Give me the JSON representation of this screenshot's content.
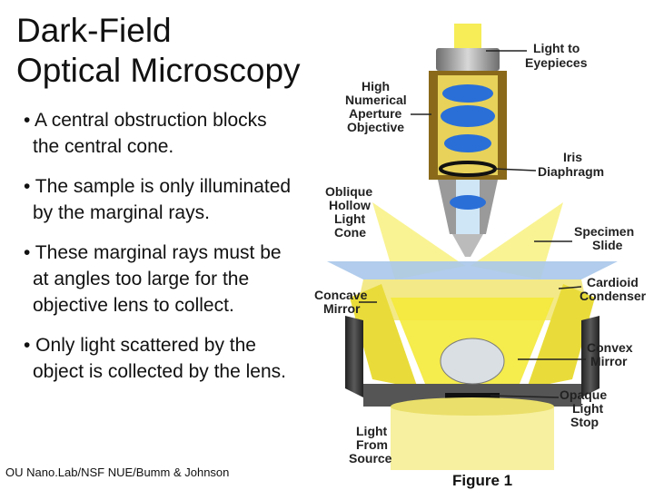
{
  "title": "Dark-Field\nOptical Microscopy",
  "bullets": [
    "• A central obstruction blocks the central cone.",
    "• The sample is only illuminated by the marginal rays.",
    "• These marginal rays must be at angles too large for the objective lens to collect.",
    "• Only light scattered by the object is collected by the lens."
  ],
  "credit": "OU Nano.Lab/NSF NUE/Bumm & Johnson",
  "diagram": {
    "labels": {
      "light_to_eyepieces": [
        "Light to",
        "Eyepieces"
      ],
      "objective": [
        "High",
        "Numerical",
        "Aperture",
        "Objective"
      ],
      "iris": [
        "Iris",
        "Diaphragm"
      ],
      "oblique": [
        "Oblique",
        "Hollow",
        "Light",
        "Cone"
      ],
      "specimen": [
        "Specimen",
        "Slide"
      ],
      "concave": [
        "Concave",
        "Mirror"
      ],
      "cardioid": [
        "Cardioid",
        "Condenser"
      ],
      "convex": [
        "Convex",
        "Mirror"
      ],
      "stop": [
        "Opaque",
        "Light",
        "Stop"
      ],
      "source": [
        "Light",
        "From",
        "Source"
      ]
    },
    "figure_caption": "Figure 1",
    "colors": {
      "light": "#f4ea3a",
      "lens_blue": "#2a6fd8",
      "metal": "#9a9a9a",
      "slide": "#a9c7ea"
    }
  }
}
